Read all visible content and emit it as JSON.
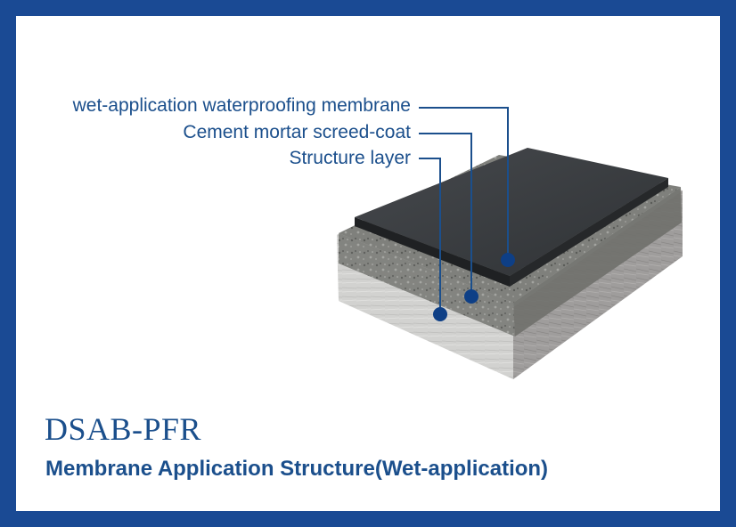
{
  "colors": {
    "border": "#1a4a94",
    "text": "#1b4f8c",
    "leader": "#1b4f8c",
    "membrane_top": "#3a3d41",
    "screed": "#8a8a86",
    "structure": "#d9d9d9"
  },
  "layers": [
    {
      "label": "wet-application waterproofing membrane"
    },
    {
      "label": "Cement mortar screed-coat"
    },
    {
      "label": "Structure layer"
    }
  ],
  "product_code": "DSAB-PFR",
  "caption": "Membrane Application Structure(Wet-application)"
}
